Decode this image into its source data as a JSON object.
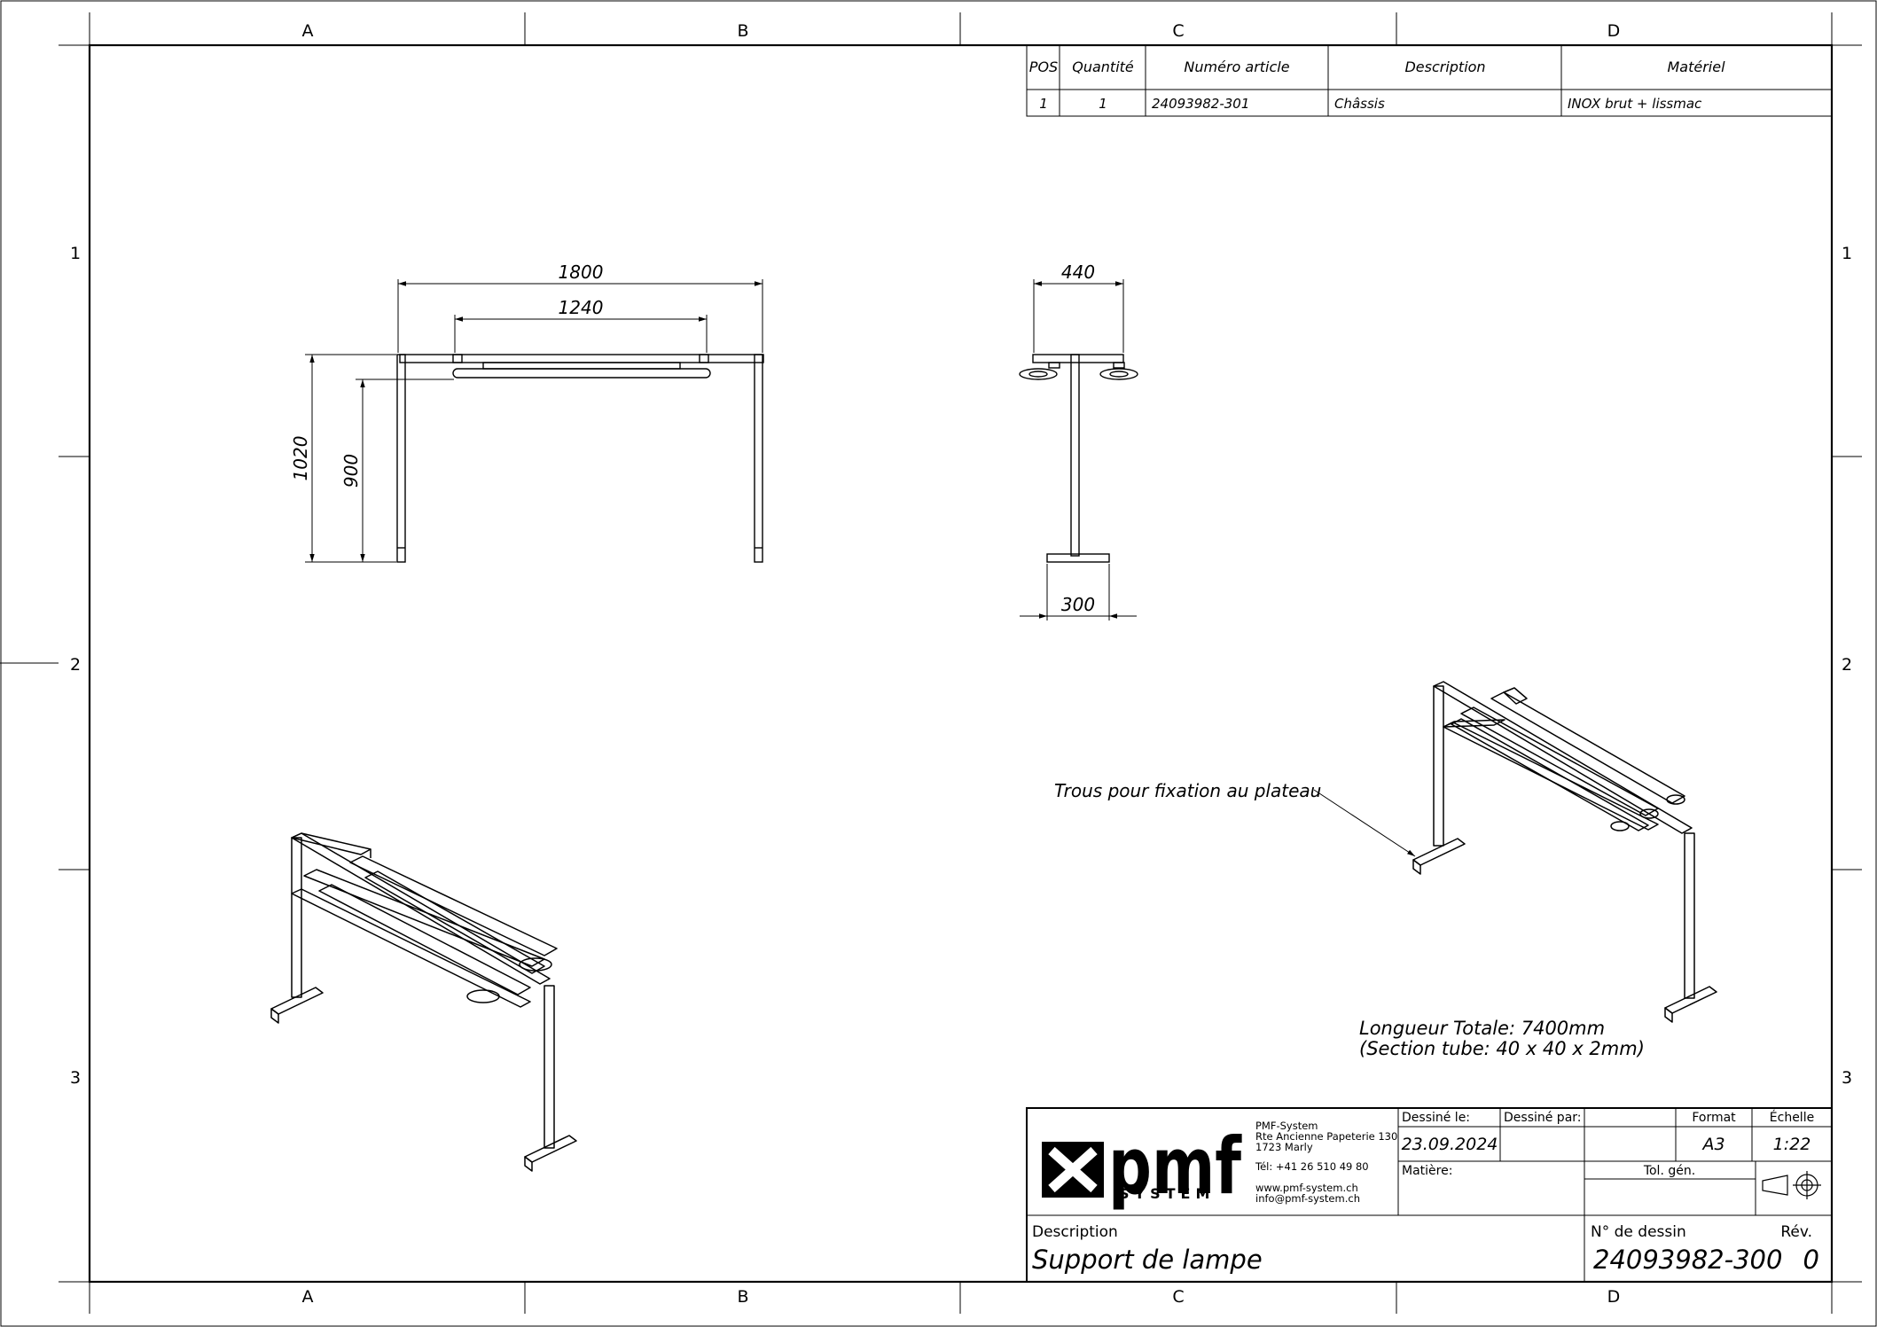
{
  "grid": {
    "columns": [
      "A",
      "B",
      "C",
      "D"
    ],
    "rows": [
      "1",
      "2",
      "3"
    ]
  },
  "bom": {
    "headers": [
      "POS",
      "Quantité",
      "Numéro article",
      "Description",
      "Matériel"
    ],
    "rows": [
      [
        "1",
        "1",
        "24093982-301",
        "Châssis",
        "INOX brut + lissmac"
      ]
    ]
  },
  "dimensions": {
    "front_width": "1800",
    "front_inner_width": "1240",
    "front_height": "1020",
    "front_inner_height": "900",
    "side_top": "440",
    "side_foot": "300"
  },
  "notes": {
    "callout": "Trous pour fixation au plateau",
    "length": "Longueur Totale: 7400mm",
    "section": "(Section tube: 40 x 40 x 2mm)"
  },
  "title_block": {
    "logo_text": "pmf",
    "logo_sub": "SYSTEM",
    "company": [
      "PMF-System",
      "Rte Ancienne Papeterie 130",
      "1723 Marly"
    ],
    "phone": "Tél:  +41 26 510 49 80",
    "web": "www.pmf-system.ch",
    "email": "info@pmf-system.ch",
    "drawn_on_label": "Dessiné le:",
    "drawn_on": "23.09.2024",
    "drawn_by_label": "Dessiné par:",
    "format_label": "Format",
    "format": "A3",
    "scale_label": "Échelle",
    "scale": "1:22",
    "material_label": "Matière:",
    "tolerance_label": "Tol. gén.",
    "description_label": "Description",
    "description": "Support de lampe",
    "drawing_no_label": "N° de dessin",
    "drawing_no": "24093982-300",
    "revision_label": "Rév.",
    "revision": "0"
  }
}
